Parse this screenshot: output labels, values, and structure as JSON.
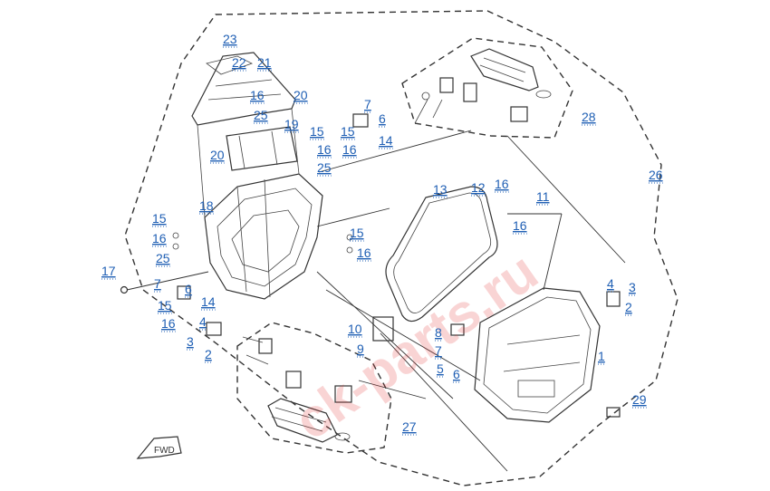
{
  "watermark": "ck-parts.ru",
  "direction_label": "FWD",
  "callouts": [
    {
      "id": "c23a",
      "label": "23"
    },
    {
      "id": "c22a",
      "label": "22"
    },
    {
      "id": "c21a",
      "label": "21"
    },
    {
      "id": "c16a",
      "label": "16"
    },
    {
      "id": "c20a",
      "label": "20"
    },
    {
      "id": "c25a",
      "label": "25"
    },
    {
      "id": "c19a",
      "label": "19"
    },
    {
      "id": "c20b",
      "label": "20"
    },
    {
      "id": "c7a",
      "label": "7"
    },
    {
      "id": "c6a",
      "label": "6"
    },
    {
      "id": "c15a",
      "label": "15"
    },
    {
      "id": "c15b",
      "label": "15"
    },
    {
      "id": "c16b",
      "label": "16"
    },
    {
      "id": "c14a",
      "label": "14"
    },
    {
      "id": "c16c",
      "label": "16"
    },
    {
      "id": "c25b",
      "label": "25"
    },
    {
      "id": "c28",
      "label": "28"
    },
    {
      "id": "c26",
      "label": "26"
    },
    {
      "id": "c13",
      "label": "13"
    },
    {
      "id": "c12",
      "label": "12"
    },
    {
      "id": "c16d",
      "label": "16"
    },
    {
      "id": "c11",
      "label": "11"
    },
    {
      "id": "c16e",
      "label": "16"
    },
    {
      "id": "c18",
      "label": "18"
    },
    {
      "id": "c15c",
      "label": "15"
    },
    {
      "id": "c16f",
      "label": "16"
    },
    {
      "id": "c25c",
      "label": "25"
    },
    {
      "id": "c17",
      "label": "17"
    },
    {
      "id": "c15d",
      "label": "15"
    },
    {
      "id": "c16g",
      "label": "16"
    },
    {
      "id": "c7b",
      "label": "7"
    },
    {
      "id": "c6b",
      "label": "6"
    },
    {
      "id": "c15e",
      "label": "15"
    },
    {
      "id": "c14b",
      "label": "14"
    },
    {
      "id": "c16h",
      "label": "16"
    },
    {
      "id": "c4a",
      "label": "4"
    },
    {
      "id": "c3a",
      "label": "3"
    },
    {
      "id": "c2a",
      "label": "2"
    },
    {
      "id": "c10",
      "label": "10"
    },
    {
      "id": "c9",
      "label": "9"
    },
    {
      "id": "c8",
      "label": "8"
    },
    {
      "id": "c7c",
      "label": "7"
    },
    {
      "id": "c5",
      "label": "5"
    },
    {
      "id": "c6c",
      "label": "6"
    },
    {
      "id": "c4b",
      "label": "4"
    },
    {
      "id": "c3b",
      "label": "3"
    },
    {
      "id": "c2b",
      "label": "2"
    },
    {
      "id": "c1",
      "label": "1"
    },
    {
      "id": "c29",
      "label": "29"
    },
    {
      "id": "c27",
      "label": "27"
    }
  ]
}
